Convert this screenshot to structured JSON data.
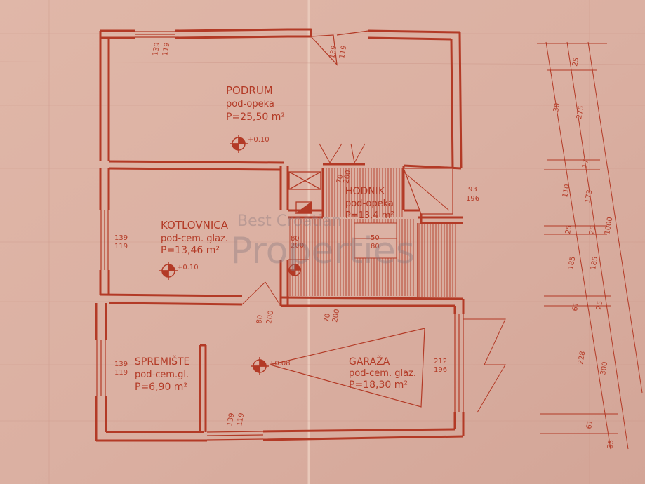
{
  "rooms": {
    "podrum": {
      "name": "PODRUM",
      "floor": "pod-opeka",
      "area": "P=25,50 m²",
      "level": "+0.10"
    },
    "hodnik": {
      "name": "HODNIK",
      "floor": "pod-opeka",
      "area": "P=13,4 m²"
    },
    "kotlovnica": {
      "name": "KOTLOVNICA",
      "floor": "pod-cem. glaz.",
      "area": "P=13,46 m²",
      "level": "+0.10"
    },
    "spremiste": {
      "name": "SPREMIŠTE",
      "floor": "pod-cem.gl.",
      "area": "P=6,90 m²"
    },
    "garaza": {
      "name": "GARAŽA",
      "floor": "pod-cem. glaz.",
      "area": "P=18,30 m²",
      "level": "+0.08"
    }
  },
  "openings": {
    "podrum_window_a": "139",
    "podrum_window_b": "119",
    "podrum_door_a": "139",
    "podrum_door_b": "119",
    "kotlovnica_window_a": "139",
    "kotlovnica_window_b": "119",
    "spremiste_window_a": "139",
    "spremiste_window_b": "119",
    "bottom_window_a": "139",
    "bottom_window_b": "119",
    "hodnik_door_a": "93",
    "hodnik_door_b": "196",
    "garaza_door_a": "212",
    "garaza_door_b": "196",
    "kotl_door_a": "80",
    "kotl_door_b": "200",
    "stair_door_a": "80",
    "stair_door_b": "200",
    "garage_inner_a": "70",
    "garage_inner_b": "200",
    "small_a": "50",
    "small_b": "80",
    "tiny_a": "70",
    "tiny_b": "200"
  },
  "dimensions_outer": [
    "25",
    "275",
    "17",
    "173",
    "25",
    "185",
    "25",
    "300",
    "35"
  ],
  "dimensions_inner": [
    "30",
    "110",
    "25",
    "185",
    "61",
    "228",
    "61"
  ],
  "dimension_total": "1000",
  "watermark": {
    "line1": "Best Croatian",
    "line2": "Properties"
  },
  "colors": {
    "paper": "#dcb2a4",
    "ink": "#b33a26",
    "watermark": "#8a7a80"
  }
}
